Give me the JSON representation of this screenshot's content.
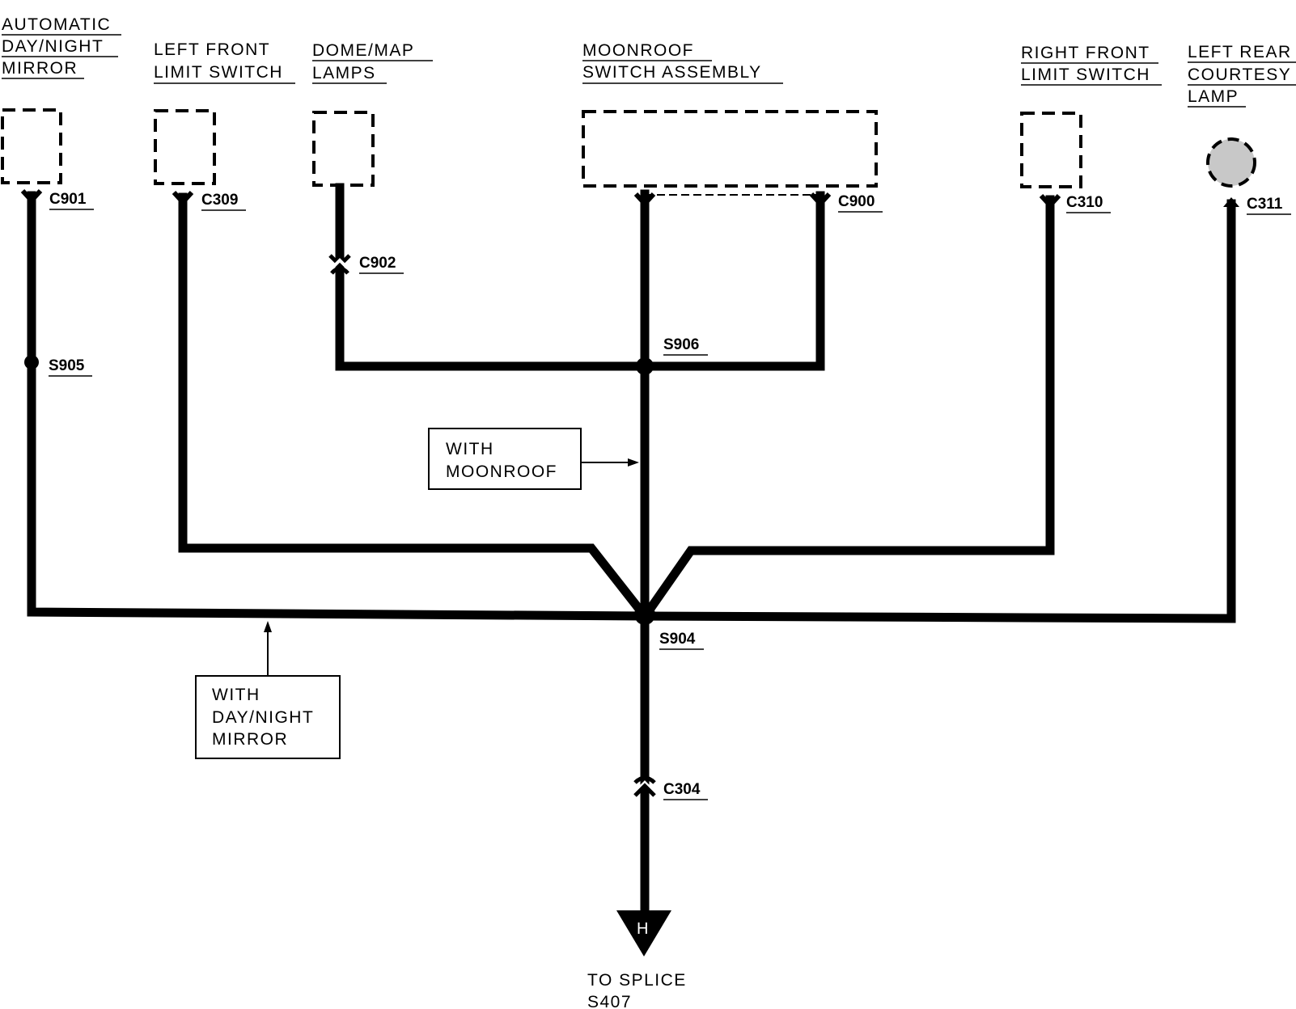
{
  "components": {
    "auto_mirror": {
      "line1": "AUTOMATIC",
      "line2": "DAY/NIGHT",
      "line3": "MIRROR"
    },
    "left_front_limit": {
      "line1": "LEFT FRONT",
      "line2": "LIMIT SWITCH"
    },
    "dome_map": {
      "line1": "DOME/MAP",
      "line2": "LAMPS"
    },
    "moonroof_switch": {
      "line1": "MOONROOF",
      "line2": "SWITCH ASSEMBLY"
    },
    "right_front_limit": {
      "line1": "RIGHT FRONT",
      "line2": "LIMIT SWITCH"
    },
    "left_rear_courtesy": {
      "line1": "LEFT REAR",
      "line2": "COURTESY",
      "line3": "LAMP"
    }
  },
  "connectors": {
    "c901": "C901",
    "c309": "C309",
    "c902": "C902",
    "c900": "C900",
    "c310": "C310",
    "c311": "C311",
    "c304": "C304"
  },
  "splices": {
    "s905": "S905",
    "s906": "S906",
    "s904": "S904"
  },
  "notes": {
    "moonroof": {
      "line1": "WITH",
      "line2": "MOONROOF"
    },
    "day_night": {
      "line1": "WITH",
      "line2": "DAY/NIGHT",
      "line3": "MIRROR"
    }
  },
  "ground_symbol": {
    "letter": "H"
  },
  "destination": {
    "line1": "TO SPLICE",
    "line2": "S407"
  },
  "colors": {
    "ink": "#000000",
    "background": "#ffffff",
    "lamp_fill": "#c8c8c8"
  }
}
